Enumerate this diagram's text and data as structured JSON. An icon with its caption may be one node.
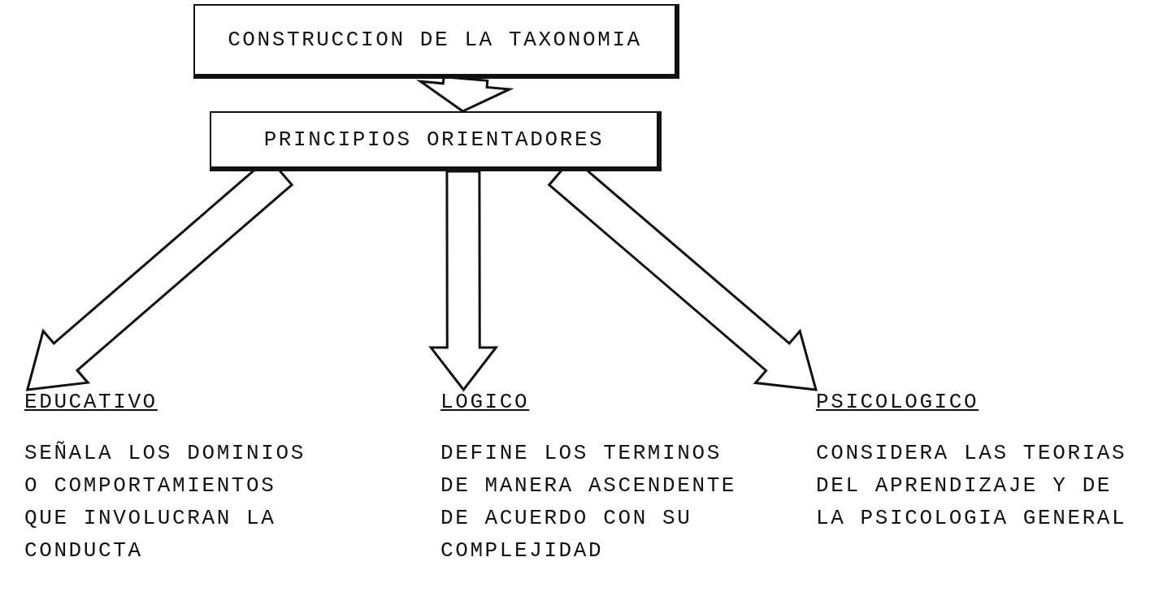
{
  "diagram": {
    "nodes": [
      {
        "text": [
          "CONSTRUCCION DE LA TAXONOMIA"
        ]
      },
      {
        "text": [
          "PRINCIPIOS ORIENTADORES"
        ]
      },
      {
        "text": [
          "EDUCATIVO",
          "SEÑALA LOS DOMINIOS O COMPORTAMIENTOS QUE INVOLUCRAN LA CONDUCTA"
        ]
      },
      {
        "text": [
          "LOGICO",
          "DEFINE LOS TERMINOS DE MANERA ASCENDENTE DE ACUERDO CON SU COMPLEJIDAD"
        ]
      },
      {
        "text": [
          "PSICOLOGICO",
          "CONSIDERA LAS TEORIAS DEL APRENDIZAJE Y DE LA PSICOLOGIA GENERAL"
        ]
      }
    ],
    "edges": [
      {
        "from": 0,
        "to": 1,
        "arrow": "to"
      },
      {
        "from": 1,
        "to": 2,
        "arrow": "to"
      },
      {
        "from": 1,
        "to": 3,
        "arrow": "to"
      },
      {
        "from": 1,
        "to": 4,
        "arrow": "to"
      }
    ]
  }
}
